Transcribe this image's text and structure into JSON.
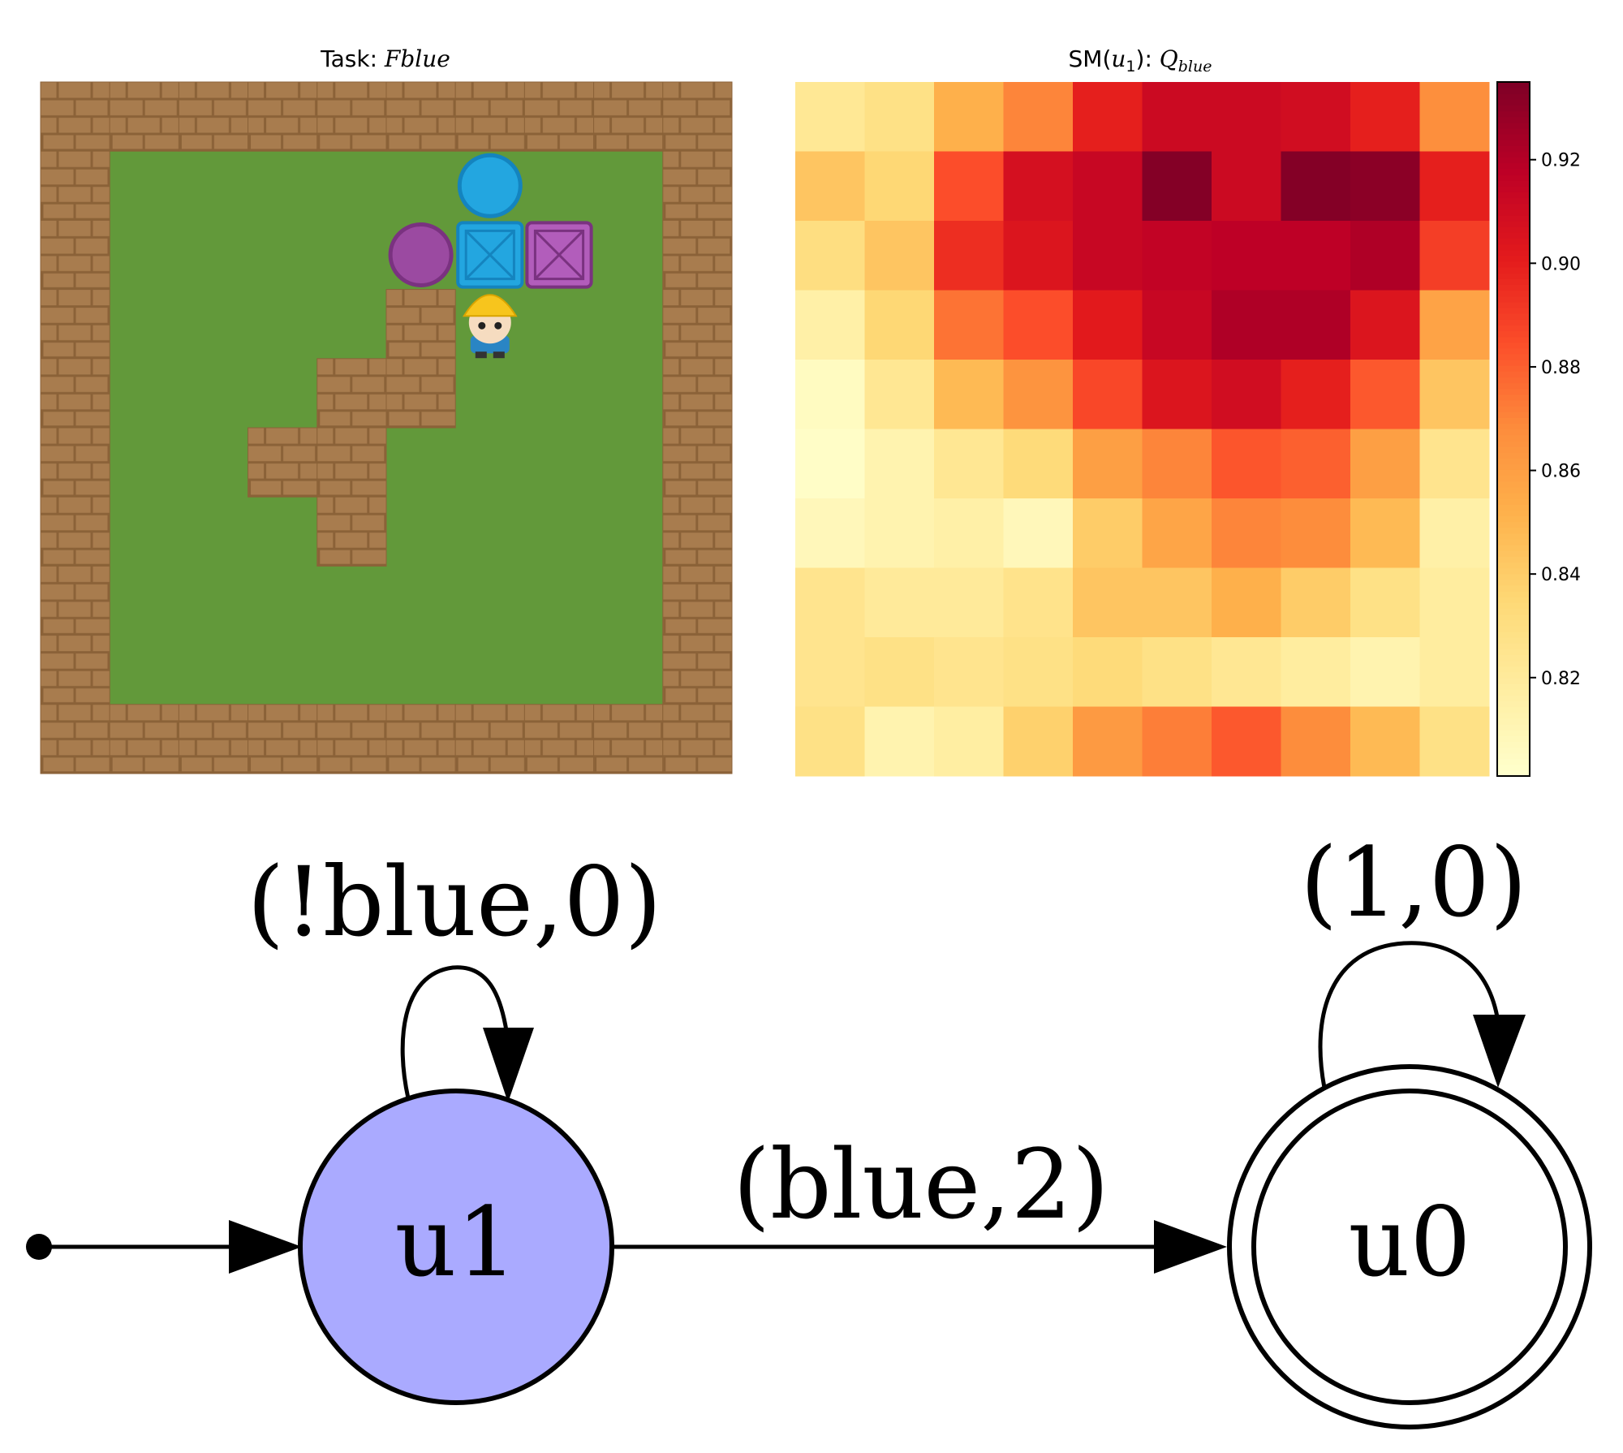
{
  "panels": {
    "task": {
      "title_prefix": "Task: ",
      "title_math": "Fblue",
      "grid": {
        "rows": 10,
        "cols": 10,
        "walls": [
          [
            0,
            0
          ],
          [
            0,
            1
          ],
          [
            0,
            2
          ],
          [
            0,
            3
          ],
          [
            0,
            4
          ],
          [
            0,
            5
          ],
          [
            0,
            6
          ],
          [
            0,
            7
          ],
          [
            0,
            8
          ],
          [
            0,
            9
          ],
          [
            1,
            0
          ],
          [
            1,
            9
          ],
          [
            2,
            0
          ],
          [
            2,
            9
          ],
          [
            3,
            0
          ],
          [
            3,
            9
          ],
          [
            4,
            0
          ],
          [
            4,
            9
          ],
          [
            5,
            0
          ],
          [
            5,
            9
          ],
          [
            6,
            0
          ],
          [
            6,
            9
          ],
          [
            7,
            0
          ],
          [
            7,
            9
          ],
          [
            8,
            0
          ],
          [
            8,
            9
          ],
          [
            9,
            0
          ],
          [
            9,
            1
          ],
          [
            9,
            2
          ],
          [
            9,
            3
          ],
          [
            9,
            4
          ],
          [
            9,
            5
          ],
          [
            9,
            6
          ],
          [
            9,
            7
          ],
          [
            9,
            8
          ],
          [
            9,
            9
          ],
          [
            3,
            5
          ],
          [
            4,
            4
          ],
          [
            4,
            5
          ],
          [
            5,
            3
          ],
          [
            5,
            4
          ],
          [
            6,
            4
          ]
        ],
        "objects": [
          {
            "kind": "circle",
            "color": "blue",
            "row": 1,
            "col": 6
          },
          {
            "kind": "circle",
            "color": "purple",
            "row": 2,
            "col": 5
          },
          {
            "kind": "box",
            "color": "blue",
            "row": 2,
            "col": 6
          },
          {
            "kind": "box",
            "color": "purple",
            "row": 2,
            "col": 7
          },
          {
            "kind": "agent",
            "row": 3,
            "col": 6
          }
        ]
      },
      "colors": {
        "grass": "#62993a",
        "wall": "#a87c4e",
        "wall_line": "#8b6238",
        "blue": "#23a6e0",
        "blue_dark": "#1484bf",
        "purple": "#9b4aa1",
        "purple_dark": "#7a3280",
        "box_purple": "#b25dbb",
        "helmet": "#f7c51d",
        "shirt": "#2a85c4"
      }
    },
    "heatmap": {
      "title_prefix": "SM(",
      "title_math_1": "u",
      "title_sub_1": "1",
      "title_mid": "): ",
      "title_math_2": "Q",
      "title_sub_2": "blue",
      "chart_data": {
        "type": "heatmap",
        "rows": 10,
        "cols": 10,
        "values": [
          [
            0.822,
            0.828,
            0.852,
            0.87,
            0.9,
            0.912,
            0.912,
            0.91,
            0.9,
            0.867
          ],
          [
            0.843,
            0.835,
            0.885,
            0.908,
            0.914,
            0.934,
            0.912,
            0.934,
            0.932,
            0.9
          ],
          [
            0.83,
            0.843,
            0.895,
            0.905,
            0.914,
            0.916,
            0.918,
            0.918,
            0.922,
            0.89
          ],
          [
            0.815,
            0.835,
            0.875,
            0.885,
            0.902,
            0.914,
            0.922,
            0.922,
            0.905,
            0.858
          ],
          [
            0.805,
            0.823,
            0.848,
            0.865,
            0.887,
            0.905,
            0.91,
            0.9,
            0.882,
            0.843
          ],
          [
            0.803,
            0.812,
            0.823,
            0.833,
            0.86,
            0.87,
            0.883,
            0.88,
            0.86,
            0.825
          ],
          [
            0.808,
            0.812,
            0.815,
            0.808,
            0.84,
            0.857,
            0.87,
            0.868,
            0.848,
            0.815
          ],
          [
            0.825,
            0.82,
            0.82,
            0.826,
            0.843,
            0.843,
            0.852,
            0.84,
            0.828,
            0.818
          ],
          [
            0.825,
            0.828,
            0.825,
            0.828,
            0.833,
            0.828,
            0.823,
            0.818,
            0.812,
            0.818
          ],
          [
            0.828,
            0.812,
            0.817,
            0.838,
            0.862,
            0.872,
            0.882,
            0.868,
            0.848,
            0.828
          ]
        ],
        "colorbar": {
          "min": 0.801,
          "max": 0.935,
          "ticks": [
            "0.82",
            "0.84",
            "0.86",
            "0.88",
            "0.90",
            "0.92"
          ],
          "tick_values": [
            0.82,
            0.84,
            0.86,
            0.88,
            0.9,
            0.92
          ],
          "colormap": "YlOrRd"
        }
      }
    }
  },
  "automaton": {
    "nodes": [
      {
        "id": "u1",
        "label": "u1",
        "fill": "#aaaaff",
        "initial": true,
        "accepting": false
      },
      {
        "id": "u0",
        "label": "u0",
        "fill": "#ffffff",
        "initial": false,
        "accepting": true
      }
    ],
    "edges": [
      {
        "from": "u1",
        "to": "u1",
        "label": "(!blue,0)"
      },
      {
        "from": "u1",
        "to": "u0",
        "label": "(blue,2)"
      },
      {
        "from": "u0",
        "to": "u0",
        "label": "(1,0)"
      }
    ]
  }
}
